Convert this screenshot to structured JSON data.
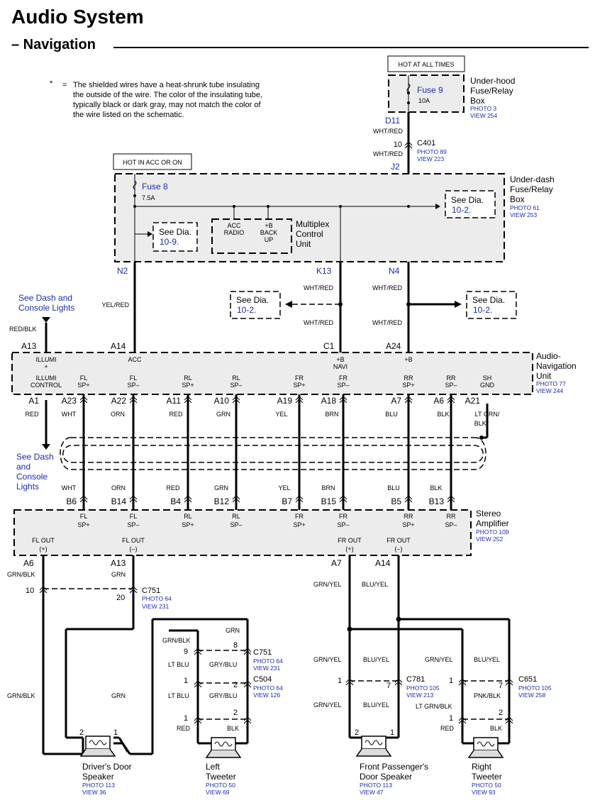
{
  "title": "Audio System",
  "subtitle": "– Navigation",
  "note": {
    "star": "*",
    "eq": "=",
    "lines": [
      "The shielded wires have a heat-shrunk tube insulating",
      "the outside of the wire.  The color of the insulating tube,",
      "typically black or dark gray, may not match the color of",
      "the wire listed on the schematic."
    ]
  },
  "hot_always": "HOT AT ALL TIMES",
  "hot_acc": "HOT IN ACC OR ON",
  "fuse9": {
    "name": "Fuse 9",
    "rating": "10A",
    "pin": "D11"
  },
  "underhood": {
    "lines": [
      "Under-hood",
      "Fuse/Relay",
      "Box"
    ],
    "photo": "PHOTO 3",
    "view": "VIEW 254"
  },
  "c401": {
    "name": "C401",
    "pin": "10",
    "photo": "PHOTO 89",
    "view": "VIEW 223",
    "wire_top": "WHT/RED",
    "wire_bot": "WHT/RED",
    "pin_j": "J2"
  },
  "fuse8": {
    "name": "Fuse 8",
    "rating": "7.5A"
  },
  "underdash": {
    "lines": [
      "Under-dash",
      "Fuse/Relay",
      "Box"
    ],
    "photo": "PHOTO 61",
    "view": "VIEW 253"
  },
  "see_109": {
    "a": "See Dia.",
    "b": "10-9."
  },
  "see_102": {
    "a": "See Dia.",
    "b": "10-2."
  },
  "multiplex": {
    "acc1": "ACC",
    "acc2": "RADIO",
    "b1": "+B",
    "b2": "BACK",
    "b3": "UP",
    "lines": [
      "Multiplex",
      "Control",
      "Unit"
    ]
  },
  "pins_dash": {
    "n2": "N2",
    "k13": "K13",
    "n4": "N4"
  },
  "wires_mid": {
    "yelred": "YEL/RED",
    "whtred": "WHT/RED"
  },
  "see_dash": {
    "lines": [
      "See Dash and",
      "Console Lights"
    ],
    "wire": "RED/BLK"
  },
  "see_dash2": {
    "lines": [
      "See Dash",
      "and",
      "Console",
      "Lights"
    ]
  },
  "anu": {
    "top_pins": [
      "A13",
      "A14",
      "C1",
      "A24"
    ],
    "top_labels": {
      "illumi": "ILLUMI",
      "plus": "+",
      "acc": "ACC",
      "bnavi1": "+B",
      "bnavi2": "NAVI",
      "b": "+B"
    },
    "title": [
      "Audio-",
      "Navigation",
      "Unit"
    ],
    "photo": "PHOTO 77",
    "view": "VIEW 244",
    "bottom_labels": [
      [
        "ILLUMI",
        "CONTROL"
      ],
      [
        "FL",
        "SP+"
      ],
      [
        "FL",
        "SP–"
      ],
      [
        "RL",
        "SP+"
      ],
      [
        "RL",
        "SP–"
      ],
      [
        "FR",
        "SP+"
      ],
      [
        "FR",
        "SP–"
      ],
      [
        "RR",
        "SP+"
      ],
      [
        "RR",
        "SP–"
      ],
      [
        "SH",
        "GND"
      ]
    ],
    "bottom_pins": [
      "A1",
      "A23",
      "A22",
      "A11",
      "A10",
      "A19",
      "A18",
      "A7",
      "A6",
      "A21"
    ],
    "wires": [
      "RED",
      "WHT",
      "ORN",
      "RED",
      "GRN",
      "YEL",
      "BRN",
      "BLU",
      "BLK",
      "LT GRN/",
      "BLK*"
    ]
  },
  "amp": {
    "wires": [
      "WHT",
      "ORN",
      "RED",
      "GRN",
      "YEL",
      "BRN",
      "BLU",
      "BLK"
    ],
    "pins": [
      "B6",
      "B14",
      "B4",
      "B12",
      "B7",
      "B15",
      "B5",
      "B13"
    ],
    "labels": [
      [
        "FL",
        "SP+"
      ],
      [
        "FL",
        "SP–"
      ],
      [
        "RL",
        "SP+"
      ],
      [
        "RL",
        "SP–"
      ],
      [
        "FR",
        "SP+"
      ],
      [
        "FR",
        "SP–"
      ],
      [
        "RR",
        "SP+"
      ],
      [
        "RR",
        "SP–"
      ]
    ],
    "outs": [
      [
        "FL OUT",
        "(+)"
      ],
      [
        "FL OUT",
        "(–)"
      ],
      [
        "FR OUT",
        "(+)"
      ],
      [
        "FR OUT",
        "(–)"
      ]
    ],
    "out_pins": [
      "A6",
      "A13",
      "A7",
      "A14"
    ],
    "title": [
      "Stereo",
      "Amplifier"
    ],
    "photo": "PHOTO 109",
    "view": "VIEW 252"
  },
  "lower": {
    "grnblk": "GRN/BLK",
    "grn": "GRN",
    "grnyel": "GRN/YEL",
    "bluyel": "BLU/YEL",
    "ltblu": "LT BLU",
    "gryblu": "GRY/BLU",
    "red": "RED",
    "blk": "BLK",
    "pnkblk": "PNK/BLK",
    "ltgrnblk": "LT GRN/BLK",
    "c751": {
      "name": "C751",
      "photo": "PHOTO 64",
      "view": "VIEW 231"
    },
    "c504": {
      "name": "C504",
      "photo": "PHOTO 64",
      "view": "VIEW 126"
    },
    "c781": {
      "name": "C781",
      "photo": "PHOTO 105",
      "view": "VIEW 213"
    },
    "c651": {
      "name": "C651",
      "photo": "PHOTO 105",
      "view": "VIEW 258"
    },
    "pins": {
      "p10": "10",
      "p20": "20",
      "p9": "9",
      "p8": "8",
      "p1": "1",
      "p2": "2",
      "p7": "7"
    }
  },
  "speakers": {
    "driver": {
      "lines": [
        "Driver's Door",
        "Speaker"
      ],
      "photo": "PHOTO 113",
      "view": "VIEW 36"
    },
    "left": {
      "lines": [
        "Left",
        "Tweeter"
      ],
      "photo": "PHOTO 50",
      "view": "VIEW 69"
    },
    "front": {
      "lines": [
        "Front Passenger's",
        "Door Speaker"
      ],
      "photo": "PHOTO 113",
      "view": "VIEW 47"
    },
    "right": {
      "lines": [
        "Right",
        "Tweeter"
      ],
      "photo": "PHOTO 50",
      "view": "VIEW 93"
    }
  }
}
